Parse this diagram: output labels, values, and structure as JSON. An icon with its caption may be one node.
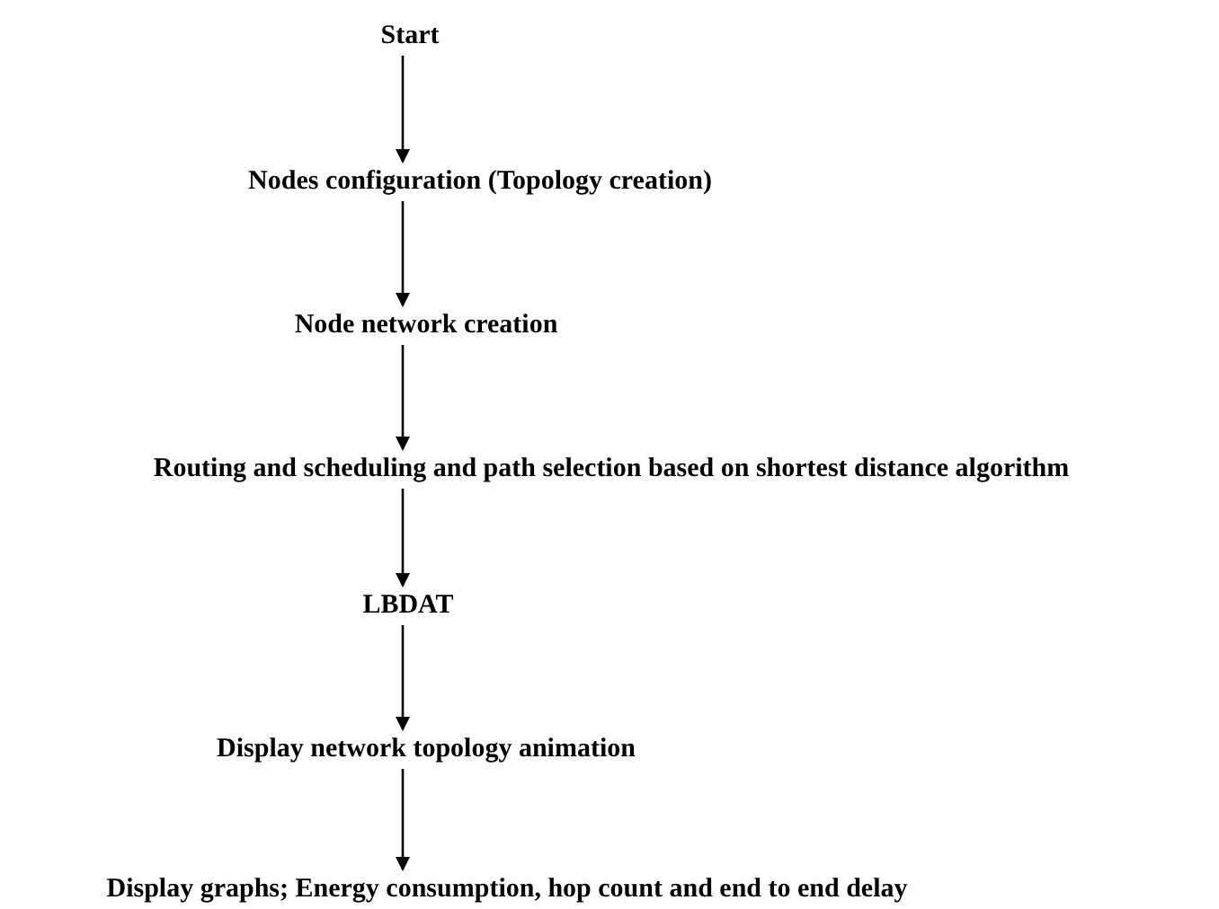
{
  "diagram": {
    "nodes": [
      {
        "text": [
          "Start"
        ]
      },
      {
        "text": [
          "Nodes configuration (Topology creation)"
        ]
      },
      {
        "text": [
          "Node network creation"
        ]
      },
      {
        "text": [
          "Routing and scheduling and path selection based on shortest distance algorithm"
        ]
      },
      {
        "text": [
          "LBDAT"
        ]
      },
      {
        "text": [
          "Display network topology animation"
        ]
      },
      {
        "text": [
          "Display graphs; Energy consumption, hop count and end to end delay"
        ]
      }
    ],
    "edges": [
      {
        "from": 0,
        "to": 1,
        "arrow": "to"
      },
      {
        "from": 1,
        "to": 2,
        "arrow": "to"
      },
      {
        "from": 2,
        "to": 3,
        "arrow": "to"
      },
      {
        "from": 3,
        "to": 4,
        "arrow": "to"
      },
      {
        "from": 4,
        "to": 5,
        "arrow": "to"
      },
      {
        "from": 5,
        "to": 6,
        "arrow": "to"
      }
    ]
  }
}
